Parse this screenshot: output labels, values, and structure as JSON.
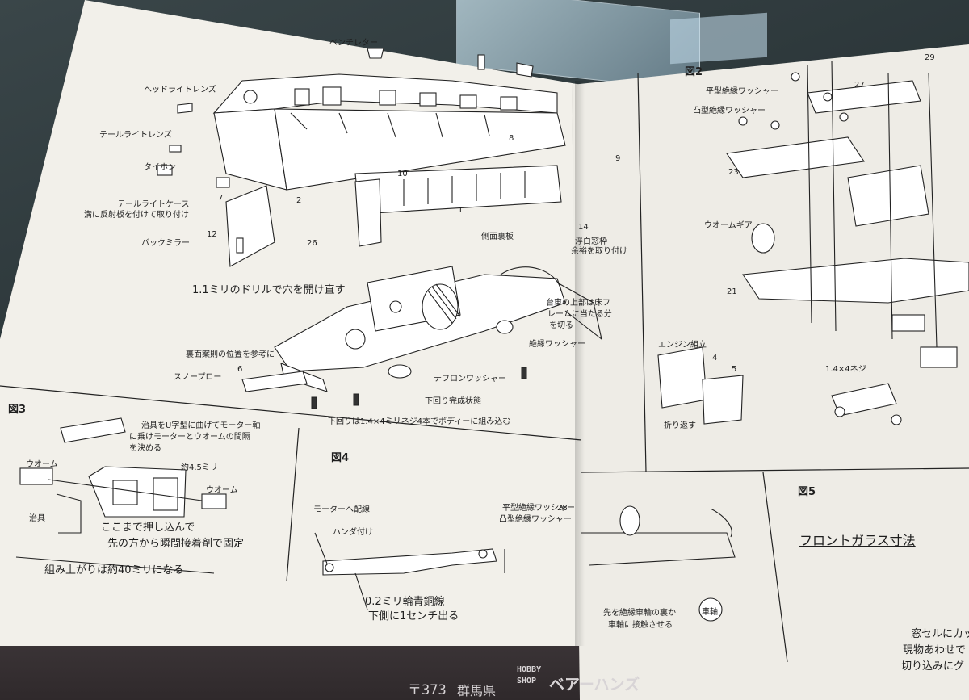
{
  "labels": {
    "ventilator": "ベンチレター",
    "headlight_lens": "ヘッドライトレンズ",
    "taillight_lens": "テールライトレンズ",
    "typhon": "タイホン",
    "taillight_case": "テールライトケース",
    "taillight_case_note": "溝に反射板を付けて取り付け",
    "back_mirror": "バックミラー",
    "drill_note": "1.1ミリのドリルで穴を開け直す",
    "side_back_plate": "側面裏板",
    "window_frame": "浮白窓枠",
    "window_frame_note": "余裕を取り付け",
    "bogie_note_1": "台車の上部は床フ",
    "bogie_note_2": "レームに当たる分",
    "bogie_note_3": "を切る",
    "insulation_washer": "絶縁ワッシャー",
    "teflon_washer": "テフロンワッシャー",
    "underfloor_done": "下回り完成状態",
    "underfloor_ref": "裏面案則の位置を参考に",
    "snowplow": "スノープロー",
    "screw_note": "下回りは1.4×4ミリネジ4本でボディーに組み込む",
    "flat_washer": "平型絶縁ワッシャー",
    "convex_washer": "凸型絶縁ワッシャー",
    "worm_gear": "ウオームギア",
    "engine_assembly": "エンジン組立",
    "fold_back": "折り返す",
    "screw_14x4": "1.4×4ネジ",
    "fig3_title": "図3",
    "fig3_note_1": "治具をU字型に曲げてモーター軸",
    "fig3_note_2": "に乗けモーターとウオームの間隔",
    "fig3_note_3": "を決める",
    "worm_left": "ウオーム",
    "worm_right": "ウオーム",
    "approx_45": "約4.5ミリ",
    "jig": "治具",
    "push_note_1": "ここまで押し込んで",
    "push_note_2": "先の方から瞬間接着剤で固定",
    "assembled_note": "組み上がりは約40ミリになる",
    "fig4_title": "図4",
    "to_motor": "モーターへ配線",
    "solder": "ハンダ付け",
    "wire_note_1": "0.2ミリ輪青銅線",
    "wire_note_2": "下側に1センチ出る",
    "flat_washer_2": "平型絶縁ワッシャー",
    "convex_washer_2": "凸型絶縁ワッシャー",
    "contact_note_1": "先を絶縁車輪の裏か",
    "contact_note_2": "車軸に接触させる",
    "axle": "車軸",
    "fig5_title": "図5",
    "front_glass": "フロントガラス寸法",
    "sill_note_1": "窓セルにカッ",
    "sill_note_2": "現物あわせで",
    "sill_note_3": "切り込みにグ",
    "fig2_title": "図2",
    "postal": "〒373",
    "address": "群馬県",
    "shop_brand_1": "HOBBY",
    "shop_brand_2": "SHOP",
    "shop_name": "ベアーハンズ",
    "num_1": "1",
    "num_2": "2",
    "num_4": "4",
    "num_5": "5",
    "num_6": "6",
    "num_7": "7",
    "num_8": "8",
    "num_9": "9",
    "num_10": "10",
    "num_12": "12",
    "num_14": "14",
    "num_21": "21",
    "num_23": "23",
    "num_26": "26",
    "num_27": "27",
    "num_28": "28",
    "num_29": "29"
  },
  "colors": {
    "paper": "#f2f0ea",
    "ink": "#222222",
    "desk": "#2f3a3c",
    "footer": "#3a3336"
  }
}
